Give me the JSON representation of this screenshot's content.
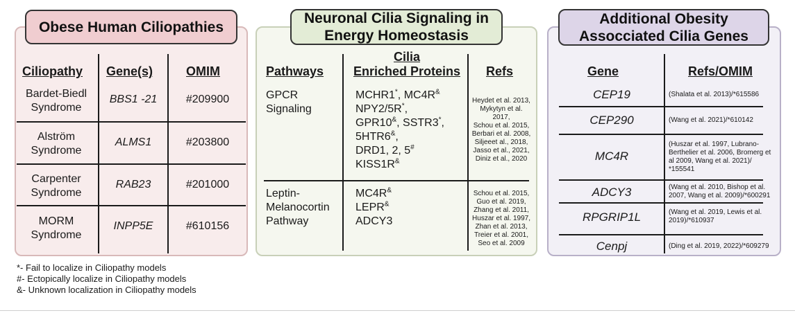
{
  "panel1": {
    "title": "Obese Human Ciliopathies",
    "headers": [
      "Ciliopathy",
      "Gene(s)",
      "OMIM"
    ],
    "rows": [
      {
        "ciliopathy": [
          "Bardet-Biedl",
          "Syndrome"
        ],
        "gene": "BBS1 -21",
        "omim": "#209900"
      },
      {
        "ciliopathy": [
          "Alström",
          "Syndrome"
        ],
        "gene": "ALMS1",
        "omim": "#203800"
      },
      {
        "ciliopathy": [
          "Carpenter",
          "Syndrome"
        ],
        "gene": "RAB23",
        "omim": "#201000"
      },
      {
        "ciliopathy": [
          "MORM",
          "Syndrome"
        ],
        "gene": "INPP5E",
        "omim": "#610156"
      }
    ],
    "colors": {
      "fill": "#f8ecec",
      "title_fill": "#f0cdd0",
      "header_text": "#9a4f6a"
    }
  },
  "panel2": {
    "title_lines": [
      "Neuronal Cilia Signaling in",
      "Energy Homeostasis"
    ],
    "headers": {
      "pathways": "Pathways",
      "proteins_line1": "Cilia ",
      "proteins_line2": "Enriched Proteins",
      "refs": "Refs"
    },
    "rows": [
      {
        "pathway": [
          "GPCR",
          "Signaling"
        ],
        "proteins": [
          {
            "text": "MCHR1",
            "sup": "*",
            "text2": ", MC4R",
            "sup2": "&"
          },
          {
            "text": "NPY2/5R",
            "sup": "*",
            "text2": ",",
            "sup2": ""
          },
          {
            "text": "GPR10",
            "sup": "&",
            "text2": ", SSTR3",
            "sup2": "*"
          },
          {
            "text": "5HTR6",
            "sup": "&",
            "text2": ",",
            "sup2": ""
          },
          {
            "text": "DRD1, 2, 5",
            "sup": "#",
            "text2": "",
            "sup2": ""
          },
          {
            "text": "KISS1R",
            "sup": "&",
            "text2": "",
            "sup2": ""
          }
        ],
        "refs": [
          "Heydet et al. 2013,",
          "Mykytyn et al.",
          "2017,",
          "Schou et al. 2015,",
          "Berbari et al. 2008,",
          "Siljeeet al., 2018,",
          "Jasso et al., 2021,",
          "Diniz et al., 2020"
        ]
      },
      {
        "pathway": [
          "Leptin-",
          "Melanocortin",
          "Pathway"
        ],
        "proteins": [
          {
            "text": "MC4R",
            "sup": "&",
            "text2": "",
            "sup2": ""
          },
          {
            "text": "LEPR",
            "sup": "&",
            "text2": "",
            "sup2": ""
          },
          {
            "text": "ADCY3",
            "sup": "",
            "text2": "",
            "sup2": ""
          }
        ],
        "refs": [
          "Schou et al. 2015,",
          "Guo et al. 2019,",
          "Zhang et al. 2011,",
          "Huszar et al. 1997,",
          "Zhan et al. 2013,",
          "Treier et al. 2001,",
          "Seo et al. 2009"
        ]
      }
    ],
    "colors": {
      "fill": "#f5f7ef",
      "title_fill": "#e3ecd6"
    }
  },
  "panel3": {
    "title_lines": [
      "Additional Obesity",
      "Assocciated Cilia Genes"
    ],
    "headers": [
      "Gene",
      "Refs/OMIM"
    ],
    "rows": [
      {
        "gene": "CEP19",
        "refs": [
          "(Shalata et al. 2013)/*615586"
        ]
      },
      {
        "gene": "CEP290",
        "refs": [
          "(Wang et al. 2021)/*610142"
        ]
      },
      {
        "gene": "MC4R",
        "refs": [
          "(Huszar et al. 1997, Lubrano-",
          "Berthelier et al. 2006, Bromerg et",
          "al 2009, Wang et al. 2021)/",
          "*155541"
        ]
      },
      {
        "gene": "ADCY3",
        "refs": [
          "(Wang et al. 2010, Bishop et al.",
          "2007, Wang et al. 2009)/*600291"
        ]
      },
      {
        "gene": "RPGRIP1L",
        "refs": [
          "(Wang et al. 2019, Lewis et al.",
          "2019)/*610937"
        ]
      },
      {
        "gene": "Cenpj",
        "refs": [
          "(Ding et al. 2019, 2022)/*609279"
        ]
      }
    ],
    "colors": {
      "fill": "#f2f0f6",
      "title_fill": "#ddd5e8"
    }
  },
  "footnotes": [
    "*- Fail to localize in Ciliopathy models",
    "#- Ectopically localize in Ciliopathy models",
    "&- Unknown localization in Ciliopathy models"
  ]
}
